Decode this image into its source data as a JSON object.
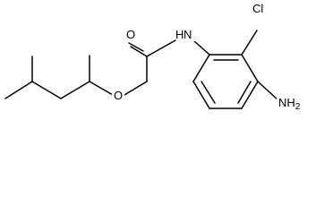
{
  "molecule": {
    "atoms": {
      "oxygen_carbonyl": "O",
      "nitrogen_amide": "N",
      "hydrogen_amide": "H",
      "chlorine": "Cl",
      "oxygen_ether": "O",
      "amine_nh": "NH",
      "amine_subscript": "2"
    }
  }
}
